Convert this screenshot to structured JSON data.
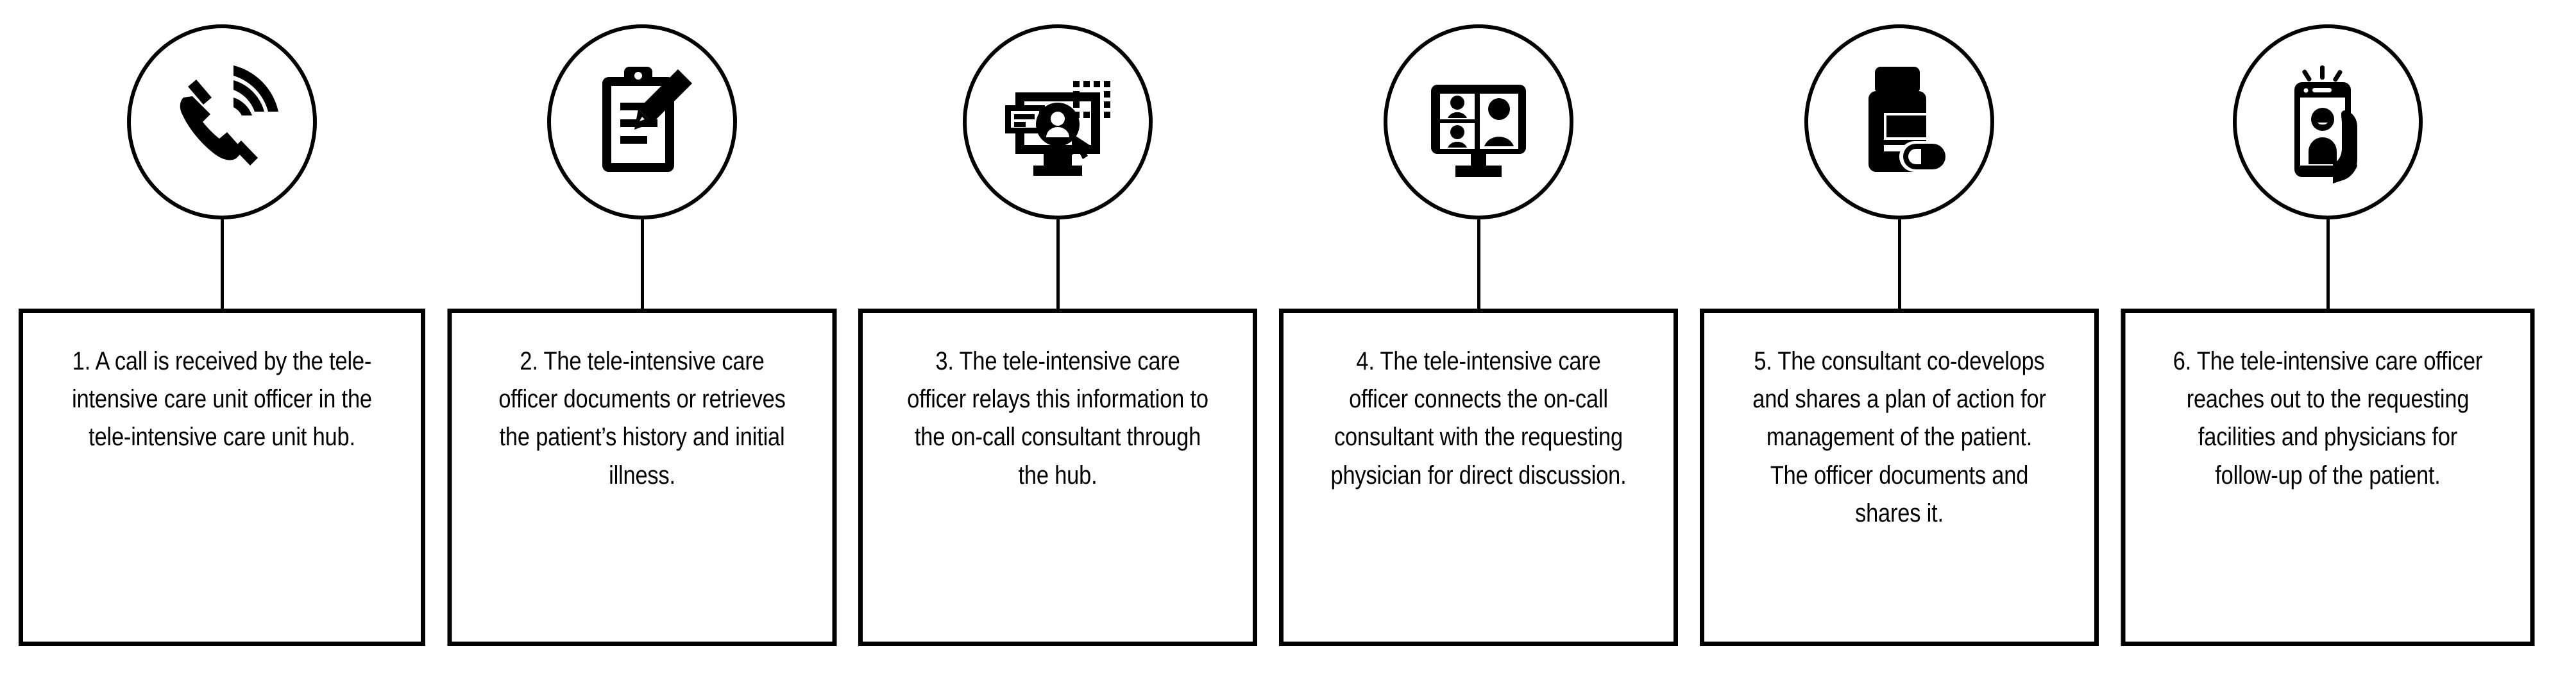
{
  "diagram": {
    "type": "horizontal-process-flow",
    "step_count": 6,
    "colors": {
      "background": "#ffffff",
      "stroke": "#000000",
      "text": "#000000"
    },
    "steps": [
      {
        "number": "1",
        "icon": "phone-ringing-icon",
        "text": "1. A call is received by the tele-intensive care unit officer in the tele-intensive care unit hub."
      },
      {
        "number": "2",
        "icon": "clipboard-pencil-icon",
        "text": "2. The tele-intensive care officer documents or retrieves the patient’s history and initial illness."
      },
      {
        "number": "3",
        "icon": "monitor-patient-record-icon",
        "text": "3. The tele-intensive care officer relays this information to the on-call consultant through the hub."
      },
      {
        "number": "4",
        "icon": "video-conference-monitor-icon",
        "text": "4. The tele-intensive care officer connects the on-call consultant with the requesting physician for direct discussion."
      },
      {
        "number": "5",
        "icon": "medicine-bottle-pill-icon",
        "text": "5. The consultant co-develops and shares a plan of action for management of the patient. The officer documents and shares it."
      },
      {
        "number": "6",
        "icon": "hand-holding-smartphone-call-icon",
        "text": "6. The tele-intensive care officer reaches out to the requesting facilities and physicians for follow-up of the patient."
      }
    ]
  }
}
